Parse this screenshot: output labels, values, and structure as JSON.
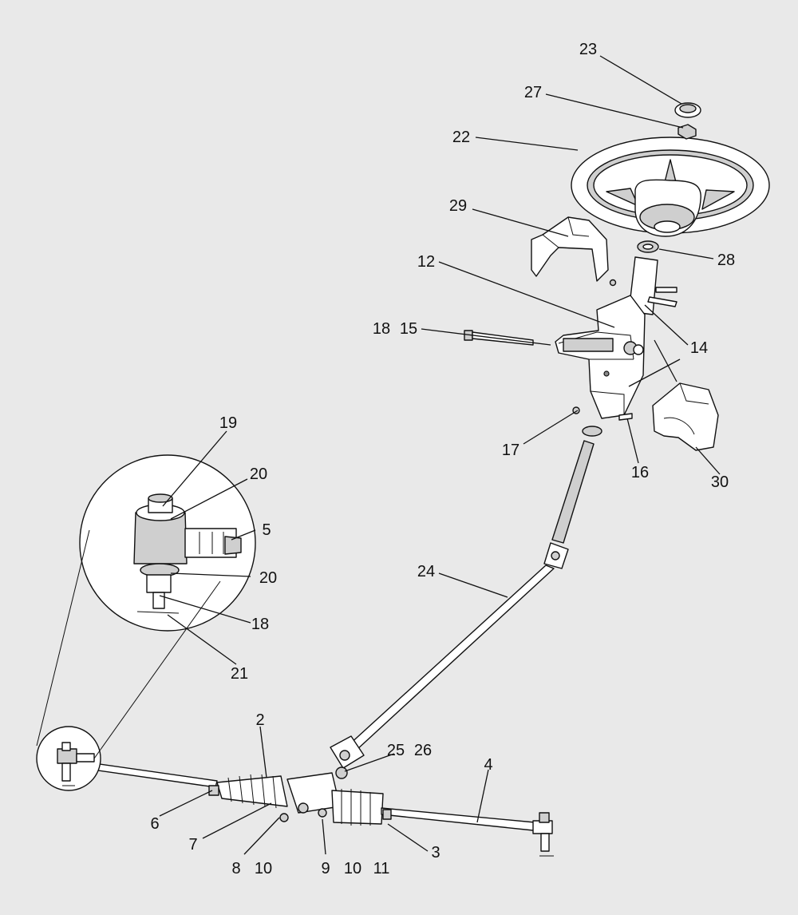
{
  "diagram": {
    "callouts": [
      {
        "id": "c23",
        "text": "23"
      },
      {
        "id": "c27",
        "text": "27"
      },
      {
        "id": "c22",
        "text": "22"
      },
      {
        "id": "c29",
        "text": "29"
      },
      {
        "id": "c28",
        "text": "28"
      },
      {
        "id": "c12",
        "text": "12"
      },
      {
        "id": "c18a",
        "text": "18"
      },
      {
        "id": "c15",
        "text": "15"
      },
      {
        "id": "c14",
        "text": "14"
      },
      {
        "id": "c17",
        "text": "17"
      },
      {
        "id": "c16",
        "text": "16"
      },
      {
        "id": "c30",
        "text": "30"
      },
      {
        "id": "c19",
        "text": "19"
      },
      {
        "id": "c20a",
        "text": "20"
      },
      {
        "id": "c5",
        "text": "5"
      },
      {
        "id": "c20b",
        "text": "20"
      },
      {
        "id": "c18b",
        "text": "18"
      },
      {
        "id": "c21",
        "text": "21"
      },
      {
        "id": "c24",
        "text": "24"
      },
      {
        "id": "c2",
        "text": "2"
      },
      {
        "id": "c25",
        "text": "25"
      },
      {
        "id": "c26",
        "text": "26"
      },
      {
        "id": "c4",
        "text": "4"
      },
      {
        "id": "c6",
        "text": "6"
      },
      {
        "id": "c7",
        "text": "7"
      },
      {
        "id": "c8",
        "text": "8"
      },
      {
        "id": "c10a",
        "text": "10"
      },
      {
        "id": "c9",
        "text": "9"
      },
      {
        "id": "c10b",
        "text": "10"
      },
      {
        "id": "c11",
        "text": "11"
      },
      {
        "id": "c3",
        "text": "3"
      }
    ]
  }
}
